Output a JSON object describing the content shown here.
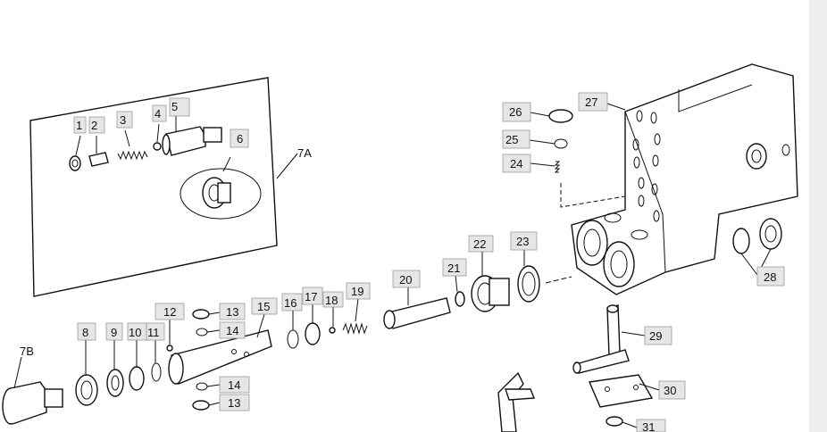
{
  "diagram": {
    "callouts": {
      "c1": "1",
      "c2": "2",
      "c3": "3",
      "c4": "4",
      "c5": "5",
      "c6": "6",
      "c7A": "7A",
      "c7B": "7B",
      "c8": "8",
      "c9": "9",
      "c10": "10",
      "c11": "11",
      "c12": "12",
      "c13a": "13",
      "c13b": "13",
      "c14a": "14",
      "c14b": "14",
      "c15": "15",
      "c16": "16",
      "c17": "17",
      "c18": "18",
      "c19": "19",
      "c20": "20",
      "c21": "21",
      "c22": "22",
      "c23": "23",
      "c24": "24",
      "c25": "25",
      "c26": "26",
      "c27": "27",
      "c28": "28",
      "c29": "29",
      "c30": "30",
      "c31": "31"
    }
  }
}
